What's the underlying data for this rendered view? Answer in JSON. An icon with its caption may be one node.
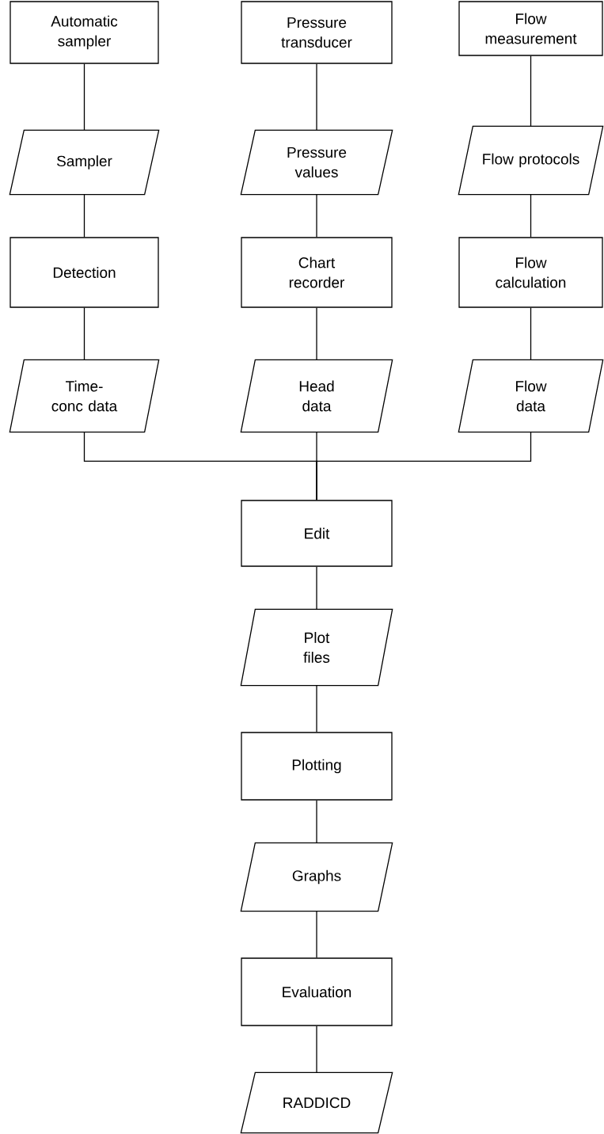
{
  "diagram": {
    "nodes": [
      {
        "text": [
          "Automatic sampler"
        ]
      },
      {
        "text": [
          "Pressure transducer"
        ]
      },
      {
        "text": [
          "Flow measurement"
        ]
      },
      {
        "text": [
          "Sampler"
        ]
      },
      {
        "text": [
          "Pressure values"
        ]
      },
      {
        "text": [
          "Flow protocols"
        ]
      },
      {
        "text": [
          "Detection"
        ]
      },
      {
        "text": [
          "Chart recorder"
        ]
      },
      {
        "text": [
          "Flow calculation"
        ]
      },
      {
        "text": [
          "Time-conc data"
        ]
      },
      {
        "text": [
          "Head data"
        ]
      },
      {
        "text": [
          "Flow data"
        ]
      },
      {
        "text": [
          "Edit"
        ]
      },
      {
        "text": [
          "Plot files"
        ]
      },
      {
        "text": [
          "Plotting"
        ]
      },
      {
        "text": [
          "Graphs"
        ]
      },
      {
        "text": [
          "Evaluation"
        ]
      },
      {
        "text": [
          "RADDICD"
        ]
      }
    ],
    "edges": [
      {
        "from": 0,
        "to": 3,
        "arrow": "none"
      },
      {
        "from": 3,
        "to": 6,
        "arrow": "none"
      },
      {
        "from": 6,
        "to": 9,
        "arrow": "none"
      },
      {
        "from": 1,
        "to": 4,
        "arrow": "none"
      },
      {
        "from": 4,
        "to": 7,
        "arrow": "none"
      },
      {
        "from": 7,
        "to": 10,
        "arrow": "none"
      },
      {
        "from": 2,
        "to": 5,
        "arrow": "none"
      },
      {
        "from": 5,
        "to": 8,
        "arrow": "none"
      },
      {
        "from": 8,
        "to": 11,
        "arrow": "none"
      },
      {
        "from": 9,
        "to": 12,
        "arrow": "none"
      },
      {
        "from": 10,
        "to": 12,
        "arrow": "none"
      },
      {
        "from": 11,
        "to": 12,
        "arrow": "none"
      },
      {
        "from": 12,
        "to": 13,
        "arrow": "none"
      },
      {
        "from": 13,
        "to": 14,
        "arrow": "none"
      },
      {
        "from": 14,
        "to": 15,
        "arrow": "none"
      },
      {
        "from": 15,
        "to": 16,
        "arrow": "none"
      },
      {
        "from": 16,
        "to": 17,
        "arrow": "none"
      }
    ]
  }
}
